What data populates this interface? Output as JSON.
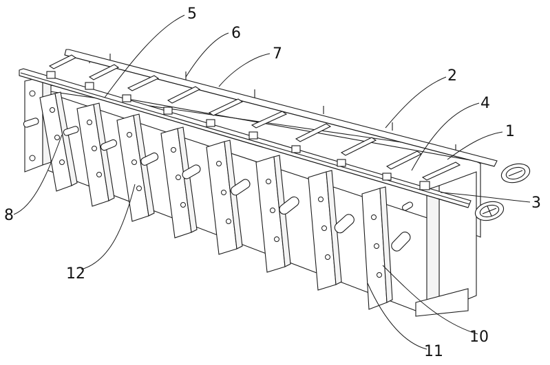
{
  "diagram": {
    "callouts": [
      {
        "id": "c5",
        "text": "5"
      },
      {
        "id": "c6",
        "text": "6"
      },
      {
        "id": "c7",
        "text": "7"
      },
      {
        "id": "c2",
        "text": "2"
      },
      {
        "id": "c4",
        "text": "4"
      },
      {
        "id": "c1",
        "text": "1"
      },
      {
        "id": "c3",
        "text": "3"
      },
      {
        "id": "c8",
        "text": "8"
      },
      {
        "id": "c12",
        "text": "12"
      },
      {
        "id": "c10",
        "text": "10"
      },
      {
        "id": "c11",
        "text": "11"
      }
    ]
  }
}
